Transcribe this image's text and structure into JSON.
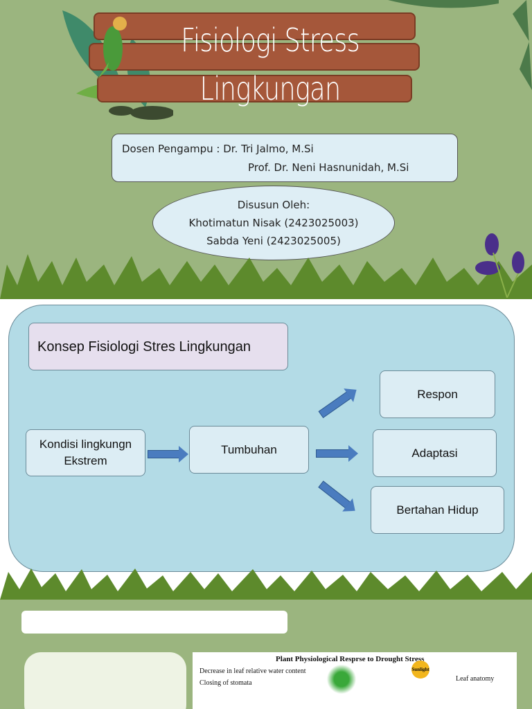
{
  "slide1": {
    "title_line1": "Fisiologi Stress",
    "title_line2": "Lingkungan",
    "lecturer_label": "Dosen Pengampu : Dr. Tri Jalmo, M.Si",
    "lecturer_2": "Prof. Dr. Neni Hasnunidah, M.Si",
    "authors_label": "Disusun Oleh:",
    "author_1": "Khotimatun Nisak (2423025003)",
    "author_2": "Sabda Yeni (2423025005)"
  },
  "slide2": {
    "heading": "Konsep Fisiologi  Stres Lingkungan",
    "source": "Kondisi lingkungn Ekstrem",
    "middle": "Tumbuhan",
    "outcomes": [
      "Respon",
      "Adaptasi",
      "Bertahan Hidup"
    ]
  },
  "slide3": {
    "figure_title": "Plant Physiological Resprse to Drought Stress",
    "figure_items": [
      "Decrease in leaf relative water content",
      "Closing of stomata"
    ],
    "sun_label": "Sunlight",
    "leaf_label": "Leaf anatomy"
  },
  "colors": {
    "background_green": "#9bb57f",
    "diagram_panel": "#b3dbe6",
    "arrow": "#4a7cbf",
    "wood": "#a5573a"
  }
}
